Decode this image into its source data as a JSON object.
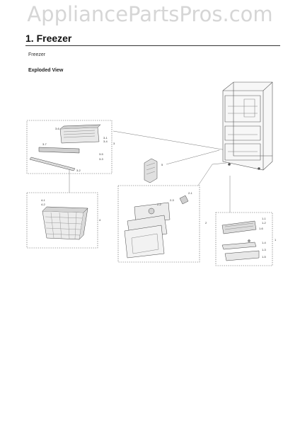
{
  "watermark": "AppliancePartsPros.com",
  "header": {
    "title": "1.  Freezer",
    "subtitle": "Freezer",
    "section": "Exploded View"
  },
  "callouts": {
    "c1": "1",
    "c2": "2",
    "c2_1": "2-1",
    "c2_2": "2-2",
    "c2_3": "2-3",
    "c3": "3",
    "c3_1": "3-1",
    "c3_2": "3-2",
    "c3_3": "3-3",
    "c3_4": "3-4",
    "c3_5": "3-5",
    "c3_6": "3-6",
    "c3_7": "3-7",
    "c4": "4",
    "c4_1": "4-1",
    "c4_2": "4-2",
    "c5": "5",
    "c1_1": "1-1",
    "c1_2": "1-2",
    "c1_3": "1-3",
    "c1_4": "1-4",
    "c1_5": "1-5",
    "c1_6": "1-6"
  }
}
